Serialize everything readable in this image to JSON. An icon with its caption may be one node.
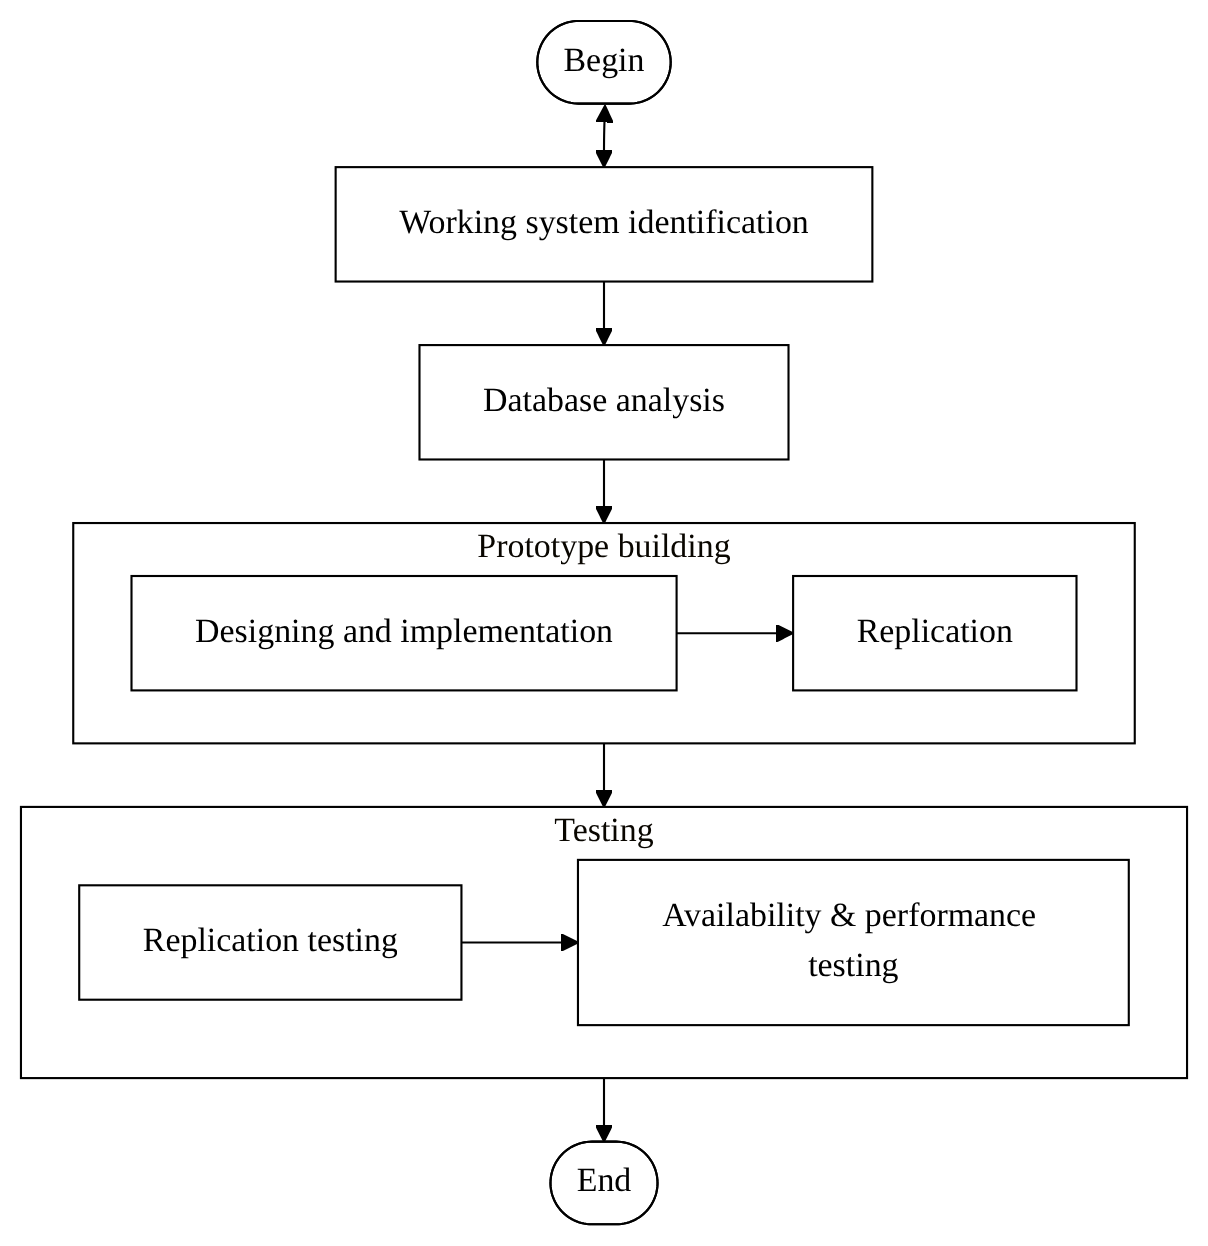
{
  "diagram": {
    "nodes": [
      {
        "text": [
          "Begin"
        ]
      },
      {
        "text": [
          "Working system identification"
        ]
      },
      {
        "text": [
          "Database analysis"
        ]
      },
      {
        "text": [
          "Prototype building"
        ]
      },
      {
        "text": [
          "Designing and implementation"
        ],
        "in": 3
      },
      {
        "text": [
          "Replication"
        ],
        "in": 3
      },
      {
        "text": [
          "Testing"
        ]
      },
      {
        "text": [
          "Replication testing"
        ],
        "in": 6
      },
      {
        "text": [
          "Availability & performance testing"
        ],
        "in": 6
      },
      {
        "text": [
          "End"
        ]
      }
    ],
    "edges": [
      {
        "from": 0,
        "to": 1,
        "arrow": "both"
      },
      {
        "from": 1,
        "to": 2,
        "arrow": "to"
      },
      {
        "from": 2,
        "to": 3,
        "arrow": "to"
      },
      {
        "from": 4,
        "to": 5,
        "arrow": "to"
      },
      {
        "from": 3,
        "to": 6,
        "arrow": "to"
      },
      {
        "from": 7,
        "to": 8,
        "arrow": "to"
      },
      {
        "from": 6,
        "to": 9,
        "arrow": "to"
      }
    ]
  }
}
